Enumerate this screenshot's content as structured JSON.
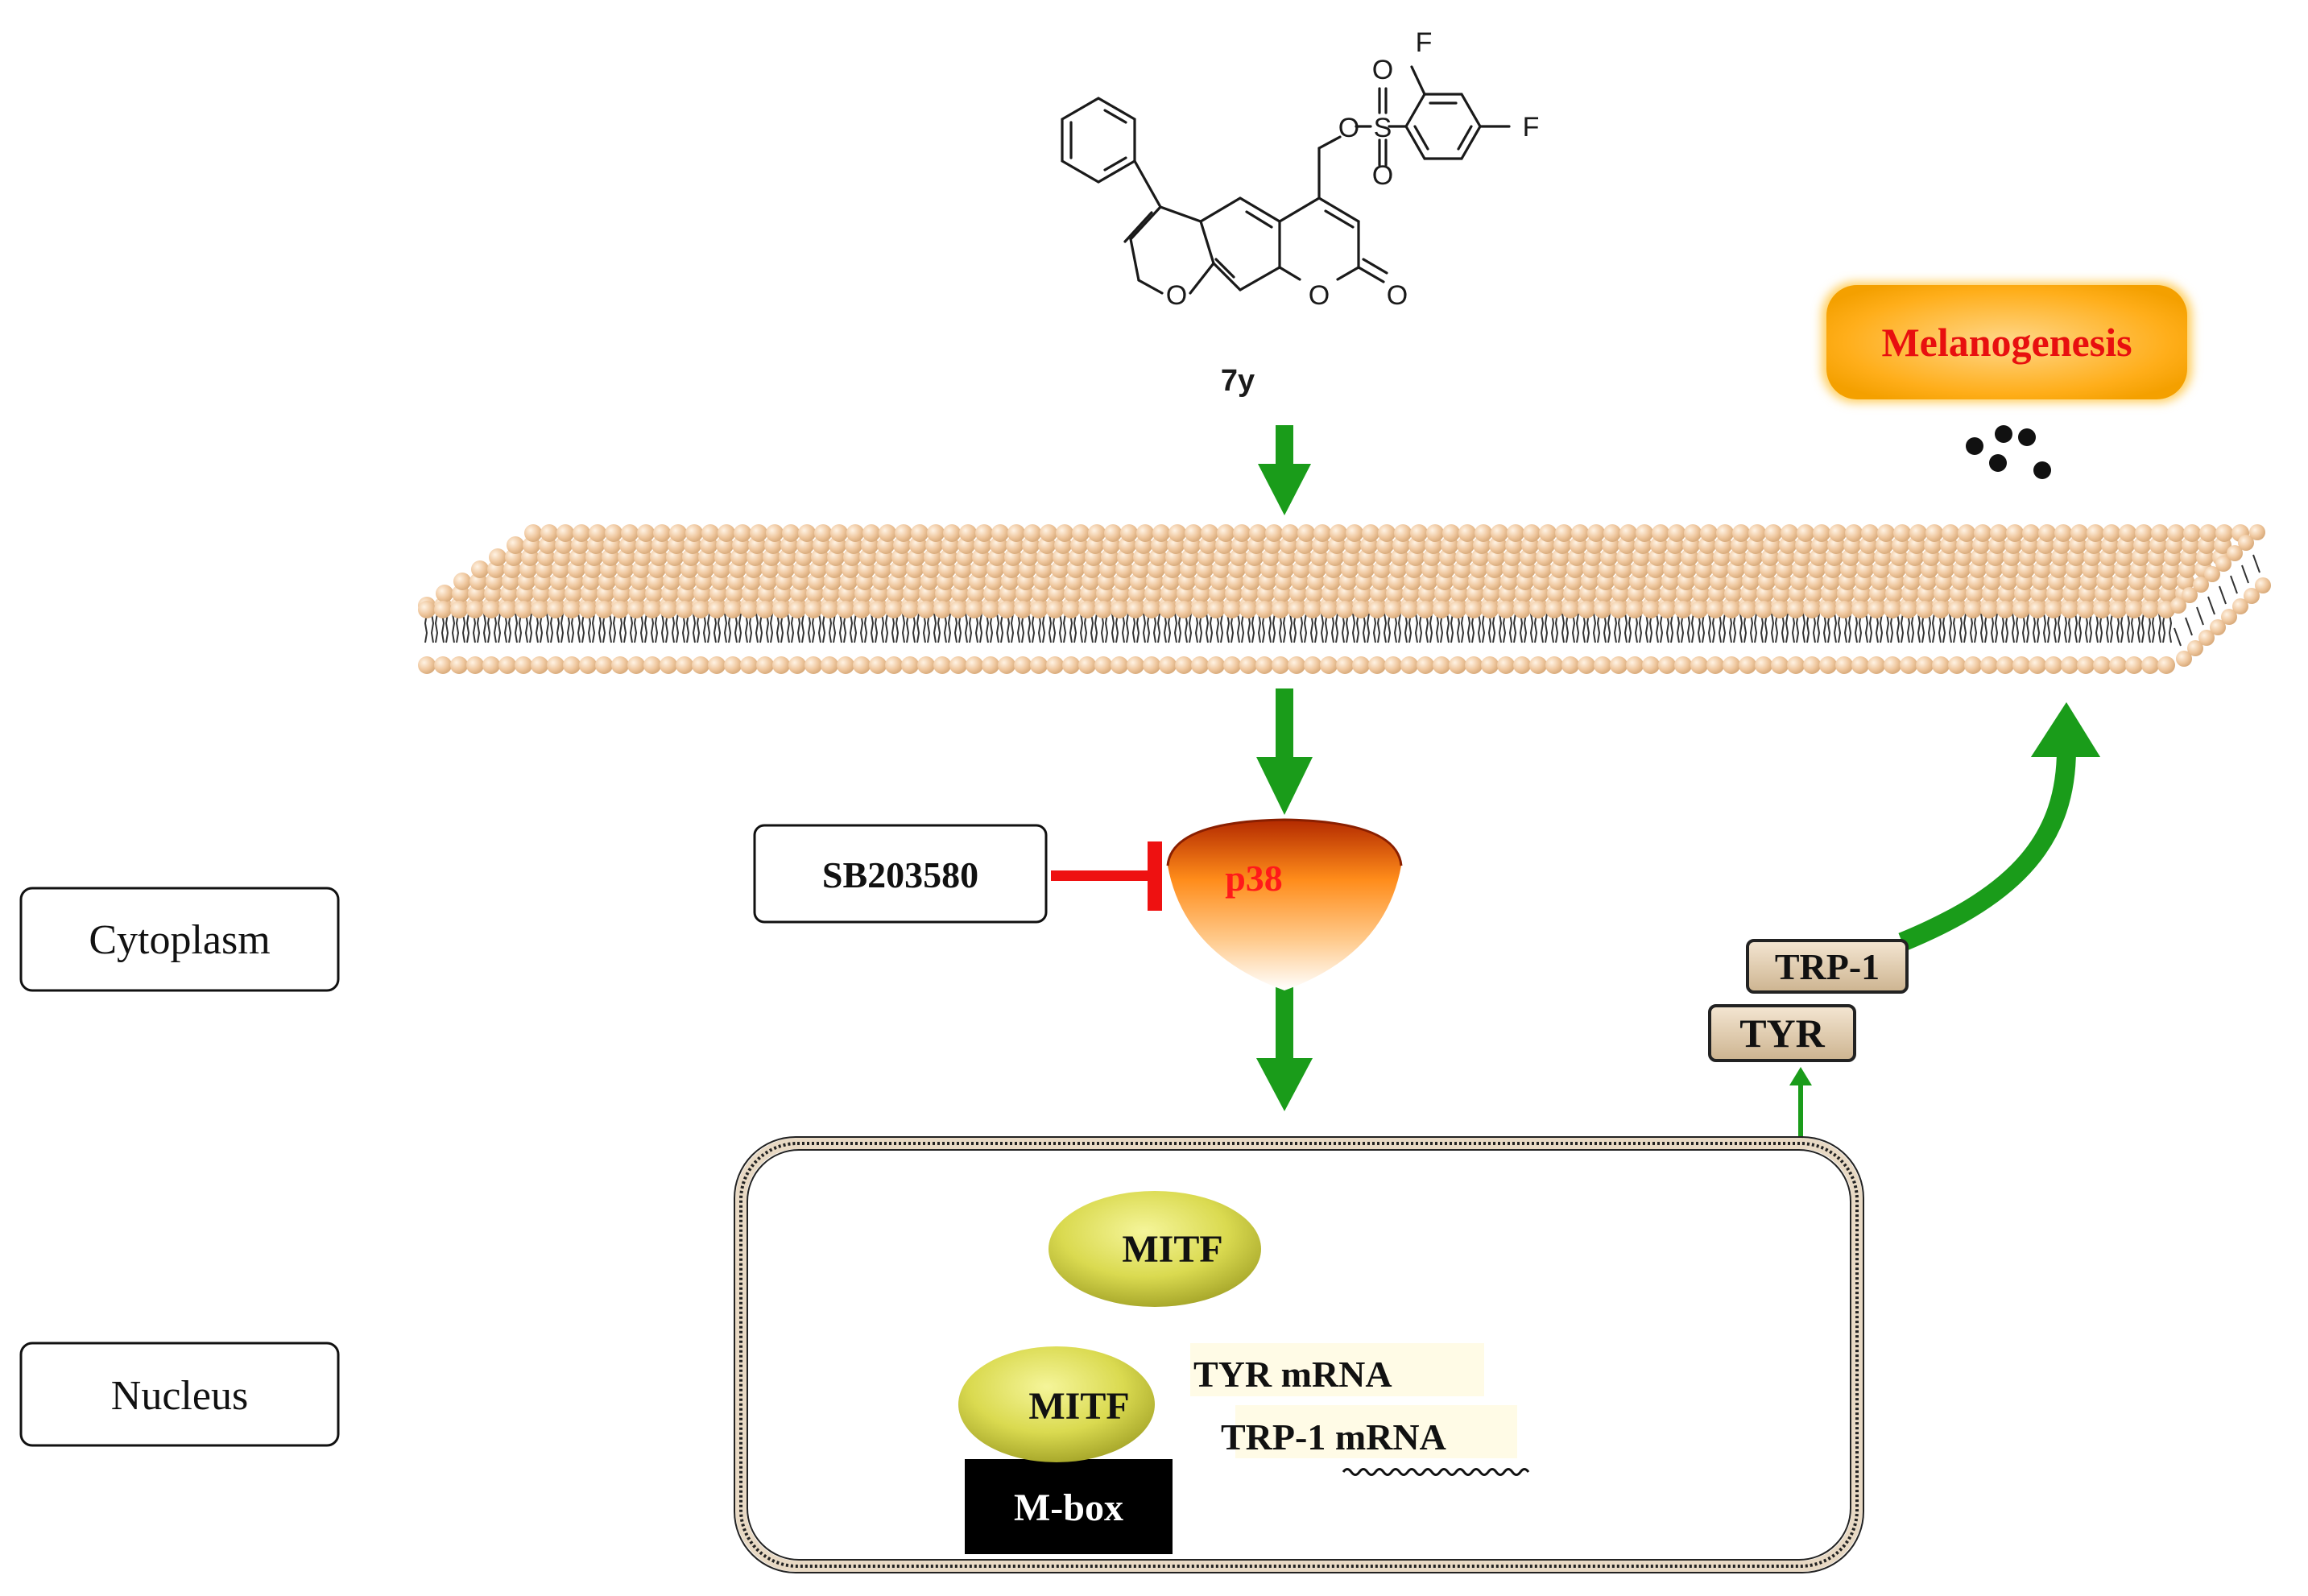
{
  "compound": {
    "label": "7y",
    "atoms": {
      "f_top": "F",
      "f_right": "F",
      "s": "S",
      "o_ester": "O",
      "o_sulfonyl_top": "O",
      "o_sulfonyl_bottom": "O",
      "o_furan": "O",
      "o_lactone_ring": "O",
      "o_carbonyl": "O"
    }
  },
  "pathway": {
    "melanogenesis": "Melanogenesis",
    "inhibitor": "SB203580",
    "kinase": "p38",
    "mitf_top": "MITF",
    "mitf_bound": "MITF",
    "mbox": "M-box",
    "tyr_mrna": "TYR mRNA",
    "trp1_mrna": "TRP-1 mRNA",
    "tyr": "TYR",
    "trp1": "TRP-1"
  },
  "compartments": {
    "cytoplasm": "Cytoplasm",
    "nucleus": "Nucleus"
  },
  "colors": {
    "activation_arrow": "#1a9c1a",
    "inhibition": "#ee1111",
    "kinase_label": "#ff1a1a",
    "melanogenesis_text": "#e80f0f",
    "melanogenesis_fill": "#ffb01f",
    "membrane_head": "#f0c9a0",
    "mitf_fill": "#d8d84a",
    "enzyme_box_fill": "#e2cfb3"
  }
}
